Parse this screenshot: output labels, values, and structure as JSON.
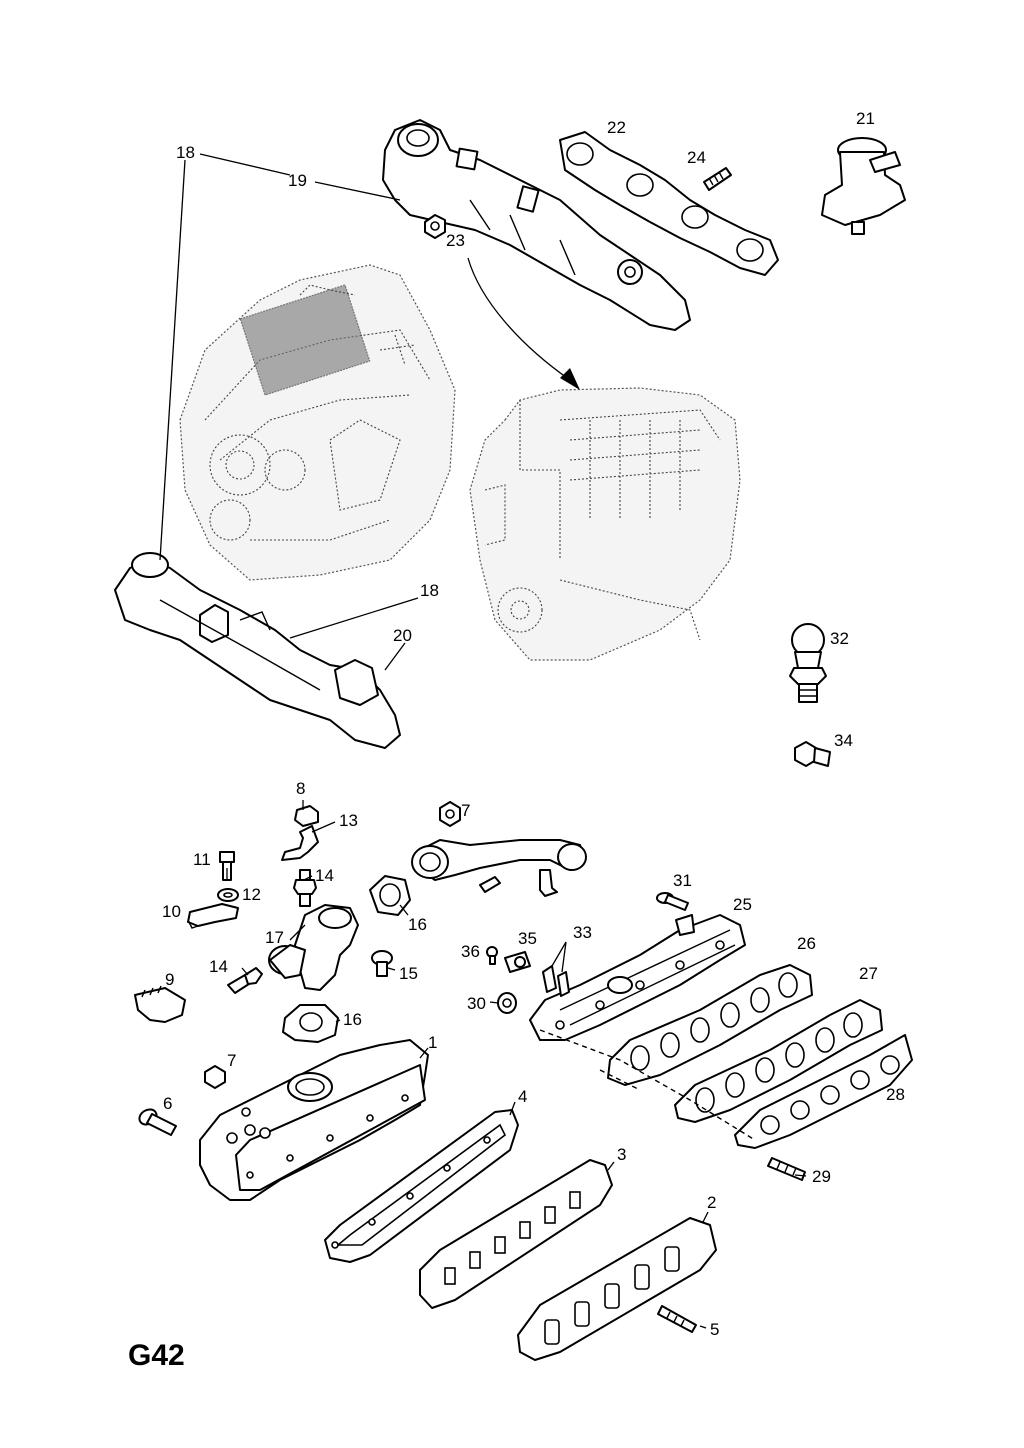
{
  "sheet": {
    "code": "G42"
  },
  "callouts": [
    {
      "id": "c18a",
      "text": "18"
    },
    {
      "id": "c19",
      "text": "19"
    },
    {
      "id": "c22",
      "text": "22"
    },
    {
      "id": "c24",
      "text": "24"
    },
    {
      "id": "c23",
      "text": "23"
    },
    {
      "id": "c21",
      "text": "21"
    },
    {
      "id": "c18b",
      "text": "18"
    },
    {
      "id": "c20",
      "text": "20"
    },
    {
      "id": "c32",
      "text": "32"
    },
    {
      "id": "c34",
      "text": "34"
    },
    {
      "id": "c8",
      "text": "8"
    },
    {
      "id": "c7a",
      "text": "7"
    },
    {
      "id": "c13",
      "text": "13"
    },
    {
      "id": "c11",
      "text": "11"
    },
    {
      "id": "c14a",
      "text": "14"
    },
    {
      "id": "c12",
      "text": "12"
    },
    {
      "id": "c10",
      "text": "10"
    },
    {
      "id": "c16a",
      "text": "16"
    },
    {
      "id": "c17",
      "text": "17"
    },
    {
      "id": "c31",
      "text": "31"
    },
    {
      "id": "c25",
      "text": "25"
    },
    {
      "id": "c33",
      "text": "33"
    },
    {
      "id": "c36",
      "text": "36"
    },
    {
      "id": "c35",
      "text": "35"
    },
    {
      "id": "c26",
      "text": "26"
    },
    {
      "id": "c14b",
      "text": "14"
    },
    {
      "id": "c15",
      "text": "15"
    },
    {
      "id": "c9",
      "text": "9"
    },
    {
      "id": "c27",
      "text": "27"
    },
    {
      "id": "c30",
      "text": "30"
    },
    {
      "id": "c16b",
      "text": "16"
    },
    {
      "id": "c1",
      "text": "1"
    },
    {
      "id": "c7b",
      "text": "7"
    },
    {
      "id": "c28",
      "text": "28"
    },
    {
      "id": "c6",
      "text": "6"
    },
    {
      "id": "c4",
      "text": "4"
    },
    {
      "id": "c29",
      "text": "29"
    },
    {
      "id": "c3",
      "text": "3"
    },
    {
      "id": "c2",
      "text": "2"
    },
    {
      "id": "c5",
      "text": "5"
    }
  ]
}
